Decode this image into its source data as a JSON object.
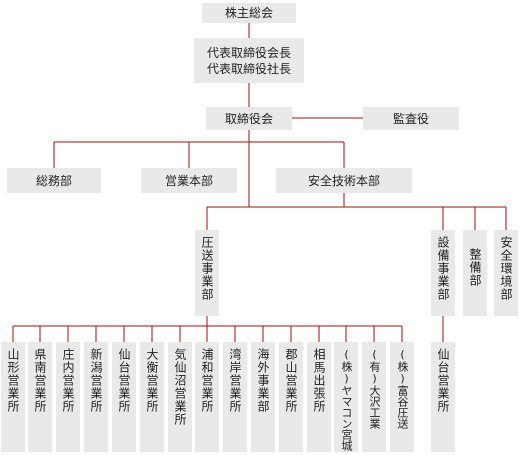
{
  "nodes": {
    "shareholders": "株主総会",
    "rep_chairman": "代表取締役会長",
    "rep_president": "代表取締役社長",
    "board": "取締役会",
    "auditor": "監査役",
    "general_affairs": "総務部",
    "sales_hq": "営業本部",
    "safety_hq": "安全技術本部",
    "pressure_transport": "圧送事業部",
    "equipment": "設備事業部",
    "maintenance": "整備部",
    "safety_env": "安全環境部",
    "sendai_equipment": "仙台営業所"
  },
  "offices": [
    "山形営業所",
    "県南営業所",
    "庄内営業所",
    "新潟営業所",
    "仙台営業所",
    "大衡営業所",
    "気仙沼営業所",
    "浦和営業所",
    "湾岸営業所",
    "海外事業部",
    "郡山営業所",
    "相馬出張所",
    "(株)ヤマコン宮城",
    "(有)大沢工業",
    "(株)富谷圧送"
  ]
}
